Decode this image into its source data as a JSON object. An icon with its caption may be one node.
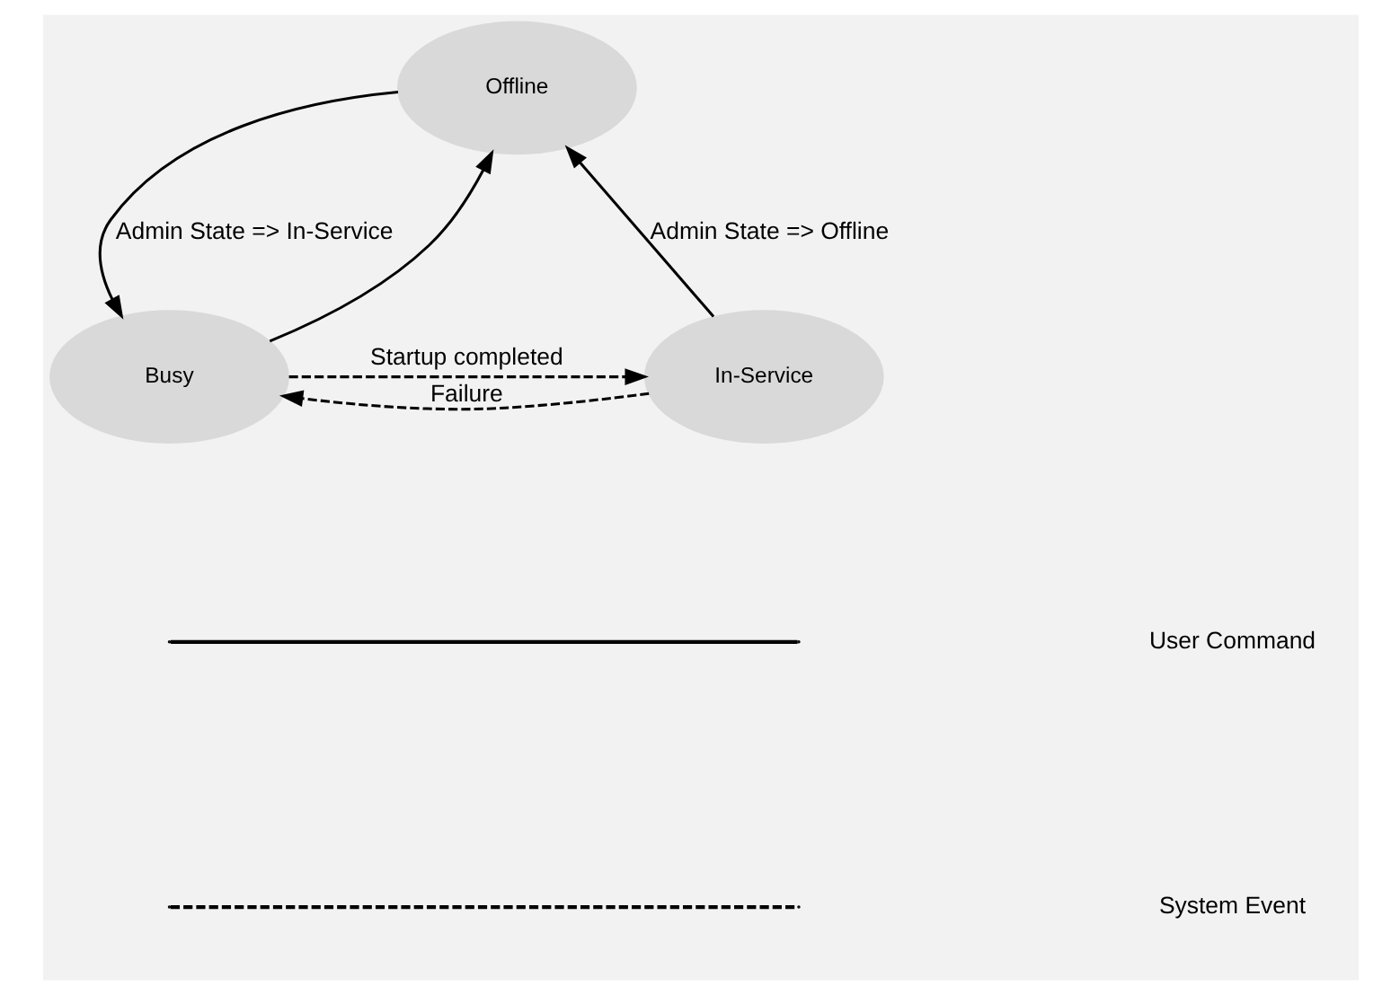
{
  "diagram": {
    "nodes": [
      {
        "text": [
          "Offline"
        ]
      },
      {
        "text": [
          "Busy"
        ]
      },
      {
        "text": [
          "In-Service"
        ]
      }
    ],
    "edges": [
      {
        "from": 0,
        "to": 1,
        "arrow": "to",
        "label": "Admin State => In-Service"
      },
      {
        "from": 1,
        "to": 0,
        "arrow": "to"
      },
      {
        "from": 2,
        "to": 0,
        "arrow": "to",
        "label": "Admin State => Offline"
      },
      {
        "from": 1,
        "to": 2,
        "arrow": "to",
        "style": "dashed",
        "label": "Startup completed"
      },
      {
        "from": 2,
        "to": 1,
        "arrow": "to",
        "style": "dashed",
        "label": "Failure"
      }
    ],
    "legend": [
      {
        "text": "User Command"
      },
      {
        "text": "System Event"
      }
    ]
  }
}
